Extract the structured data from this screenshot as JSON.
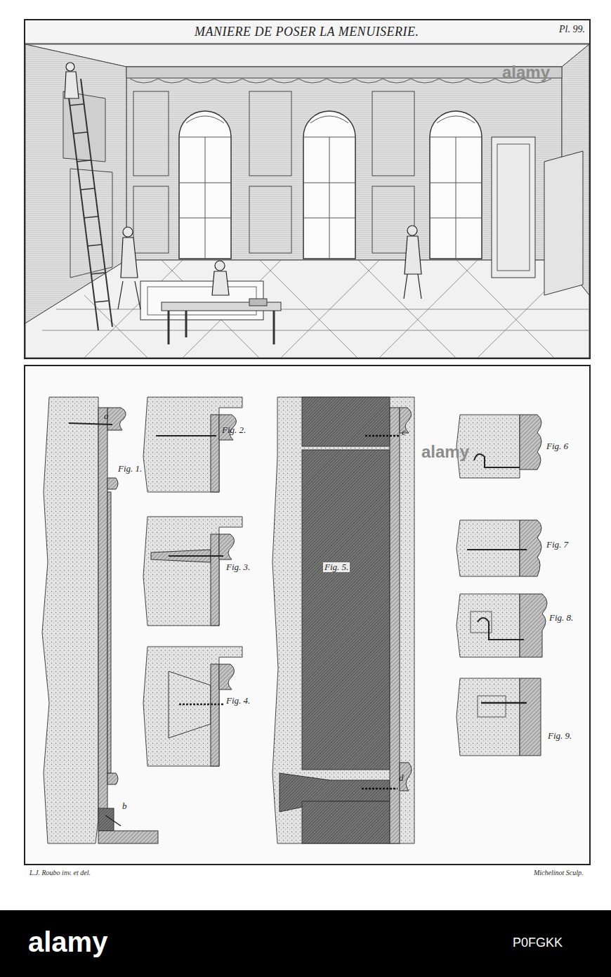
{
  "diagram": {
    "title": "MANIERE DE POSER LA MENUISERIE.",
    "labels": [
      "Pl. 99.",
      "a",
      "Fig. 1.",
      "b",
      "Fig. 2.",
      "Fig. 3.",
      "Fig. 4.",
      "c",
      "Fig. 5.",
      "d",
      "Fig. 6",
      "Fig. 7",
      "Fig. 8.",
      "Fig. 9.",
      "L.J. Roubo inv. et del.",
      "Michelinot Sculp.",
      "alamy",
      "P0FGKK",
      "alamy",
      "alamy"
    ]
  }
}
